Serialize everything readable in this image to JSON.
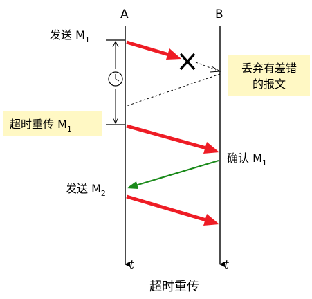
{
  "nodes": {
    "a": "A",
    "b": "B"
  },
  "axis_label": "t",
  "events": {
    "send1": {
      "text": "发送 M",
      "sub": "1"
    },
    "retransmit": {
      "text": "超时重传 M",
      "sub": "1"
    },
    "confirm": {
      "text": "确认 M",
      "sub": "1"
    },
    "send2": {
      "text": "发送 M",
      "sub": "2"
    }
  },
  "drop_note": {
    "line1": "丢弃有差错",
    "line2": "的报文"
  },
  "caption": "超时重传",
  "colors": {
    "data_arrow": "#ee1c25",
    "ack_arrow": "#1a8a1a",
    "highlight": "#fff8c4",
    "line": "#000000"
  },
  "icons": {
    "timer": "clock-icon",
    "drop": "x-mark-icon"
  }
}
